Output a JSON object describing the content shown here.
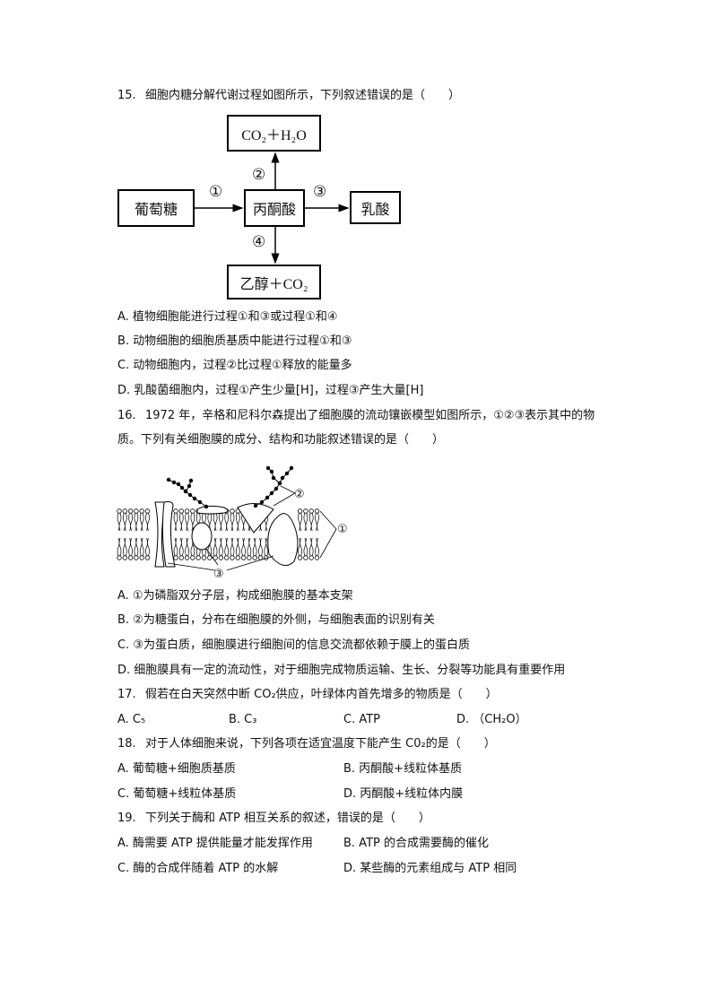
{
  "q15": {
    "number": "15.",
    "stem": "细胞内糖分解代谢过程如图所示，下列叙述错误的是（　　）",
    "diagram": {
      "glucose": "葡萄糖",
      "pyruvate": "丙酮酸",
      "lactic": "乳酸",
      "co2_h2o": "CO₂＋H₂O",
      "ethanol_co2": "乙醇＋CO₂",
      "p1": "①",
      "p2": "②",
      "p3": "③",
      "p4": "④"
    },
    "options": [
      "A. 植物细胞能进行过程①和③或过程①和④",
      "B. 动物细胞的细胞质基质中能进行过程①和③",
      "C. 动物细胞内，过程②比过程①释放的能量多",
      "D. 乳酸菌细胞内，过程①产生少量[H]，过程③产生大量[H]"
    ]
  },
  "q16": {
    "number": "16.",
    "stem1": "1972 年，辛格和尼科尔森提出了细胞膜的流动镶嵌模型如图所示，①②③表示其中的物",
    "stem2": "质。下列有关细胞膜的成分、结构和功能叙述错误的是（　　）",
    "diagram": {
      "l1": "①",
      "l2": "②",
      "l3": "③"
    },
    "options": [
      "A. ①为磷脂双分子层，构成细胞膜的基本支架",
      "B. ②为糖蛋白，分布在细胞膜的外侧，与细胞表面的识别有关",
      "C. ③为蛋白质，细胞膜进行细胞间的信息交流都依赖于膜上的蛋白质",
      "D. 细胞膜具有一定的流动性，对于细胞完成物质运输、生长、分裂等功能具有重要作用"
    ]
  },
  "q17": {
    "number": "17.",
    "stem": "假若在白天突然中断 CO₂供应，叶绿体内首先增多的物质是（　　）",
    "options": [
      "A. C₅",
      "B. C₃",
      "C. ATP",
      "D. （CH₂O）"
    ]
  },
  "q18": {
    "number": "18.",
    "stem": "对于人体细胞来说，下列各项在适宜温度下能产生 C0₂的是（　　）",
    "options": [
      "A. 葡萄糖+细胞质基质",
      "B. 丙酮酸+线粒体基质",
      "C. 葡萄糖+线粒体基质",
      "D. 丙酮酸+线粒体内膜"
    ]
  },
  "q19": {
    "number": "19.",
    "stem": "下列关于酶和 ATP 相互关系的叙述，错误的是（　　）",
    "options": [
      "A. 酶需要 ATP 提供能量才能发挥作用",
      "B. ATP 的合成需要酶的催化",
      "C. 酶的合成伴随着 ATP 的水解",
      "D. 某些酶的元素组成与 ATP 相同"
    ]
  }
}
